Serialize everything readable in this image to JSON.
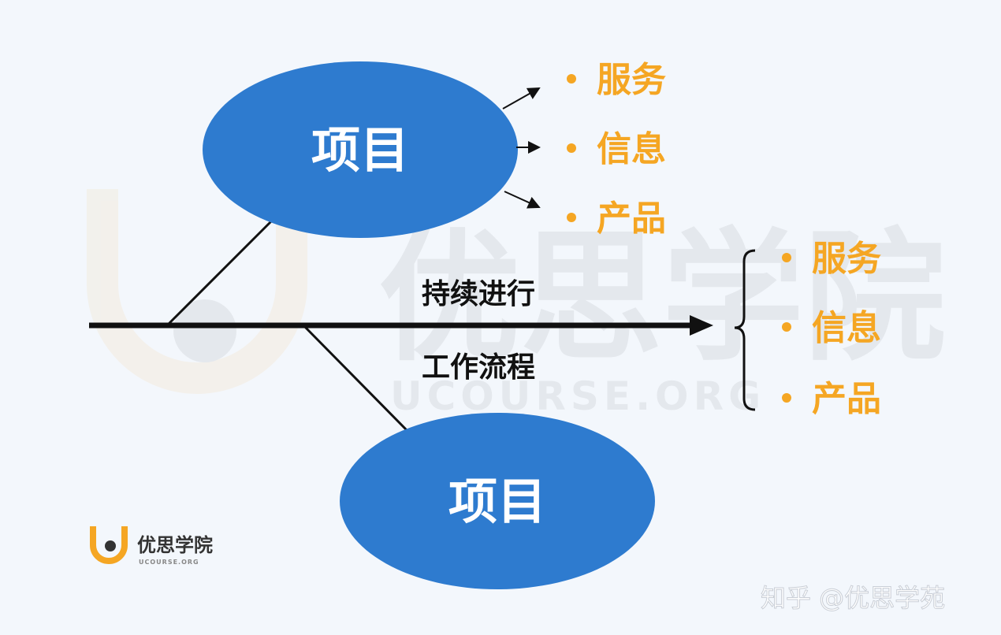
{
  "watermark": {
    "title": "优思学院",
    "subtitle": "UCOURSE.ORG"
  },
  "top_ellipse": {
    "label": "项目"
  },
  "bottom_ellipse": {
    "label": "项目"
  },
  "main_arrow": {
    "label_above": "持续进行",
    "label_below": "工作流程"
  },
  "top_outputs": [
    "服务",
    "信息",
    "产品"
  ],
  "right_outputs": [
    "服务",
    "信息",
    "产品"
  ],
  "logo": {
    "name": "优思学院",
    "domain": "UCOURSE.ORG"
  },
  "footer": {
    "credit": "知乎 @优思学苑"
  },
  "colors": {
    "background": "#f3f7fc",
    "ellipse": "#2e7bcf",
    "accent": "#f5a623",
    "line": "#111111"
  }
}
